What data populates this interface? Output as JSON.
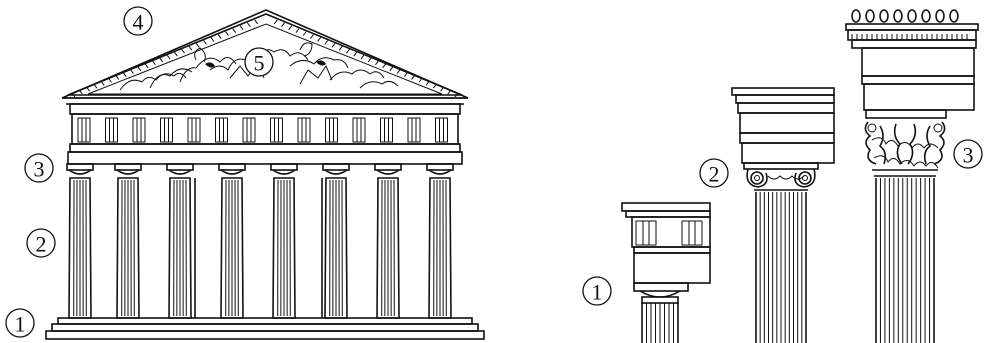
{
  "labels": {
    "temple": [
      "1",
      "2",
      "3",
      "4",
      "5"
    ],
    "orders": [
      "1",
      "2",
      "3"
    ]
  },
  "icons": {
    "temple": "greek-temple-facade",
    "doric": "doric-column",
    "ionic": "ionic-column",
    "corinthian": "corinthian-column"
  }
}
